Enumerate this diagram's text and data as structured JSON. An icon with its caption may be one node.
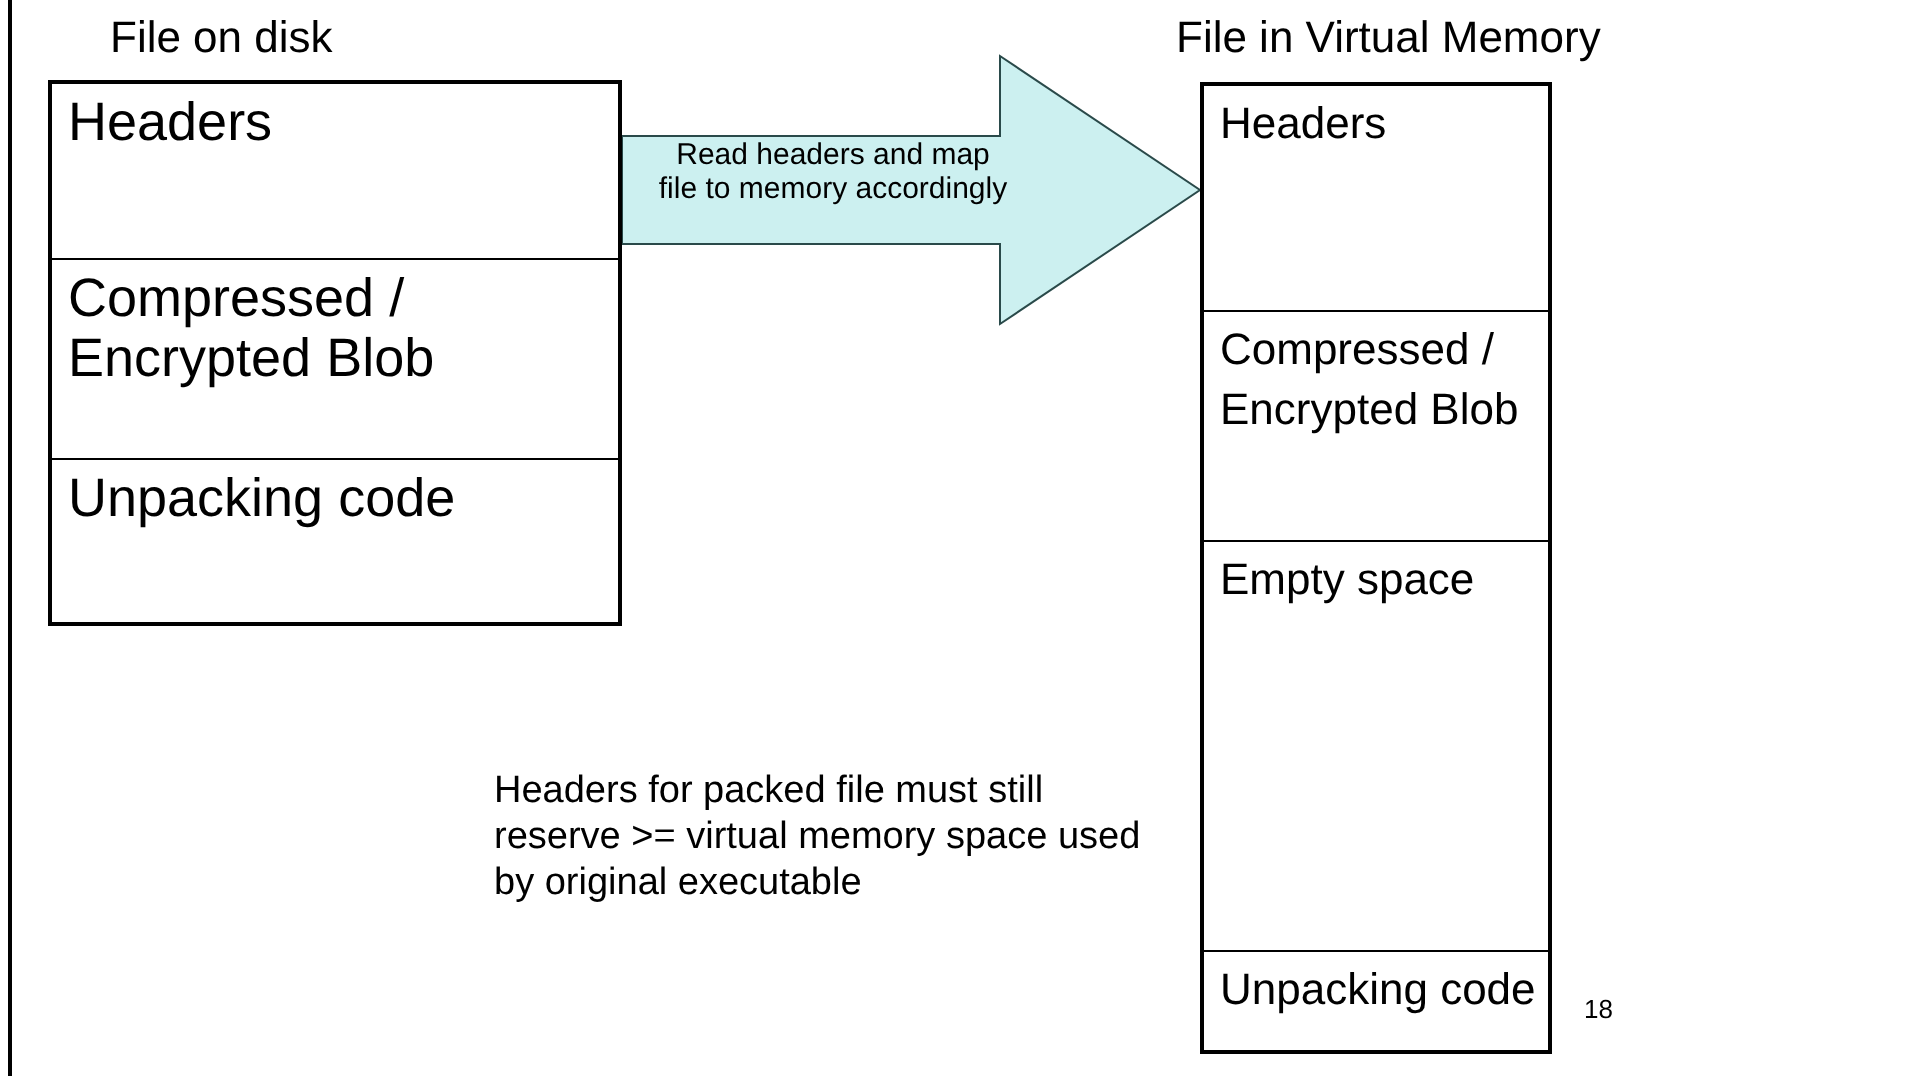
{
  "diagram": {
    "nodes": [
      {
        "text": [
          "File on disk"
        ]
      },
      {
        "text": [
          "Headers"
        ],
        "in": 0
      },
      {
        "text": [
          "Compressed / Encrypted Blob"
        ],
        "in": 0
      },
      {
        "text": [
          "Unpacking code"
        ],
        "in": 0
      },
      {
        "text": [
          "File in Virtual Memory"
        ]
      },
      {
        "text": [
          "Headers"
        ],
        "in": 4
      },
      {
        "text": [
          "Compressed / Encrypted Blob"
        ],
        "in": 4
      },
      {
        "text": [
          "Empty space"
        ],
        "in": 4
      },
      {
        "text": [
          "Unpacking code"
        ],
        "in": 4
      }
    ],
    "edges": [
      {
        "from": 0,
        "to": 4,
        "arrow": "to",
        "label": "Read headers and map file to memory accordingly"
      }
    ],
    "labels": [
      "Headers for packed file must still reserve >= virtual memory space used by original executable",
      "18"
    ]
  }
}
